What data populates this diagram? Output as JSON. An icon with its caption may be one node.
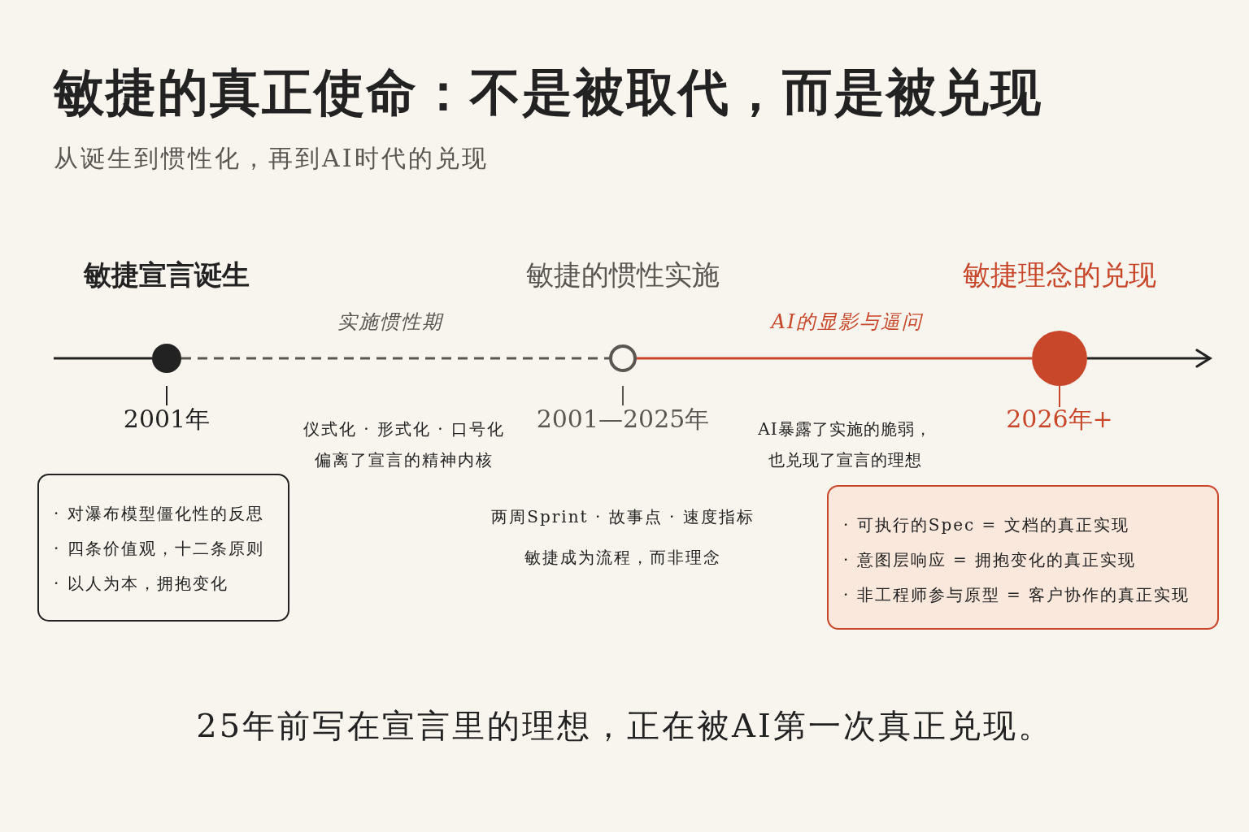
{
  "diagram": {
    "title": "敏捷的真正使命：不是被取代，而是被兑现",
    "caption": "25年前写在宣言里的理想，正在被AI第一次真正兑现。",
    "nodes": [
      {
        "text": [],
        "shape": "circle",
        "beside": [
          "敏捷宣言诞生",
          "2001年"
        ]
      },
      {
        "text": [],
        "shape": "circle",
        "beside": [
          "敏捷的惯性实施",
          "2001—2025年"
        ]
      },
      {
        "text": [],
        "shape": "circle",
        "beside": [
          "敏捷理念的兑现",
          "2026年+"
        ]
      },
      {
        "text": [
          "· 对瀑布模型僵化性的反思",
          "· 四条价值观，十二条原则",
          "· 以人为本，拥抱变化"
        ]
      },
      {
        "text": [
          "· 可执行的Spec = 文档的真正实现",
          "· 意图层响应 = 拥抱变化的真正实现",
          "· 非工程师参与原型 = 客户协作的真正实现"
        ]
      }
    ],
    "edges": [
      {
        "from": null,
        "to": 0,
        "arrow": "none"
      },
      {
        "from": 0,
        "to": 1,
        "arrow": "none",
        "label": "实施惯性期",
        "style": "dashed",
        "color": "#5a5652"
      },
      {
        "from": 1,
        "to": 2,
        "arrow": "none",
        "label": "AI的显影与逼问",
        "color": "#c8472a"
      },
      {
        "from": 2,
        "to": null,
        "arrow": "to"
      }
    ],
    "labels": [
      "从诞生到惯性化，再到AI时代的兑现",
      "仪式化 · 形式化 · 口号化偏离了宣言的精神内核",
      "两周Sprint · 故事点 · 速度指标",
      "敏捷成为流程，而非理念",
      "AI暴露了实施的脆弱，也兑现了宣言的理想"
    ]
  }
}
